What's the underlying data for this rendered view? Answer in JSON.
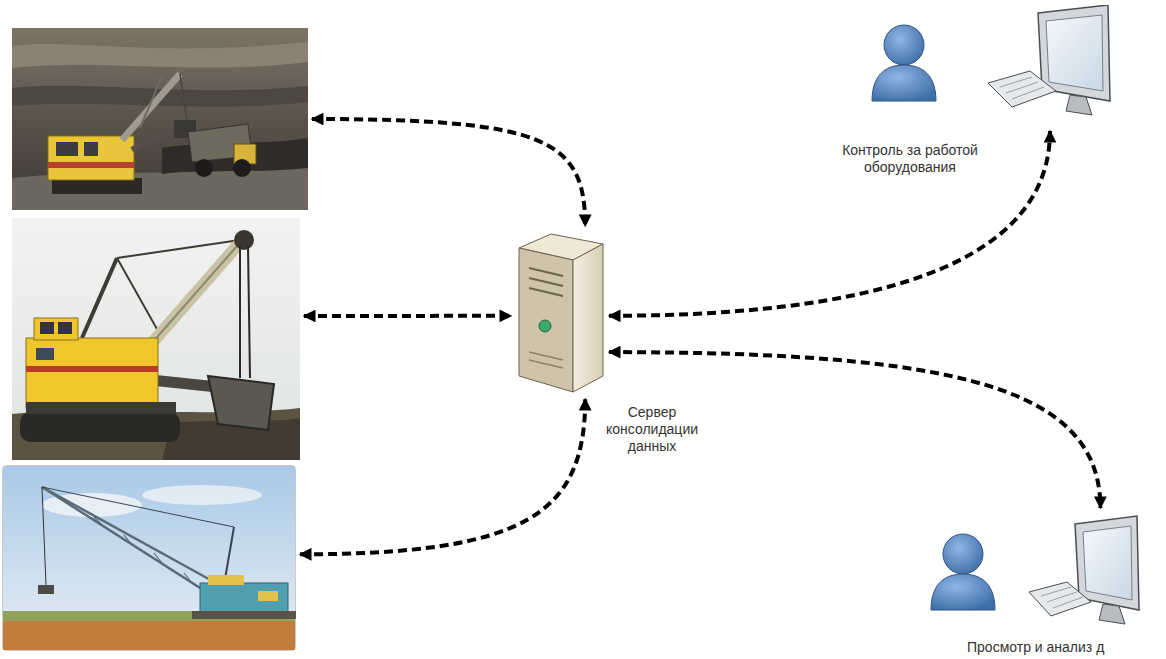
{
  "diagram": {
    "nodes": [
      {
        "text": []
      },
      {
        "text": []
      },
      {
        "text": []
      },
      {
        "text": [
          "Сервер консолидации данных"
        ]
      },
      {
        "text": [
          "Контроль за работой оборудования"
        ]
      },
      {
        "text": [
          "Просмотр и анализ д"
        ]
      }
    ],
    "edges": [
      {
        "from": 0,
        "to": 3,
        "arrow": "both"
      },
      {
        "from": 1,
        "to": 3,
        "arrow": "both"
      },
      {
        "from": 2,
        "to": 3,
        "arrow": "both"
      },
      {
        "from": 3,
        "to": 4,
        "arrow": "both"
      },
      {
        "from": 3,
        "to": 5,
        "arrow": "both"
      }
    ]
  }
}
